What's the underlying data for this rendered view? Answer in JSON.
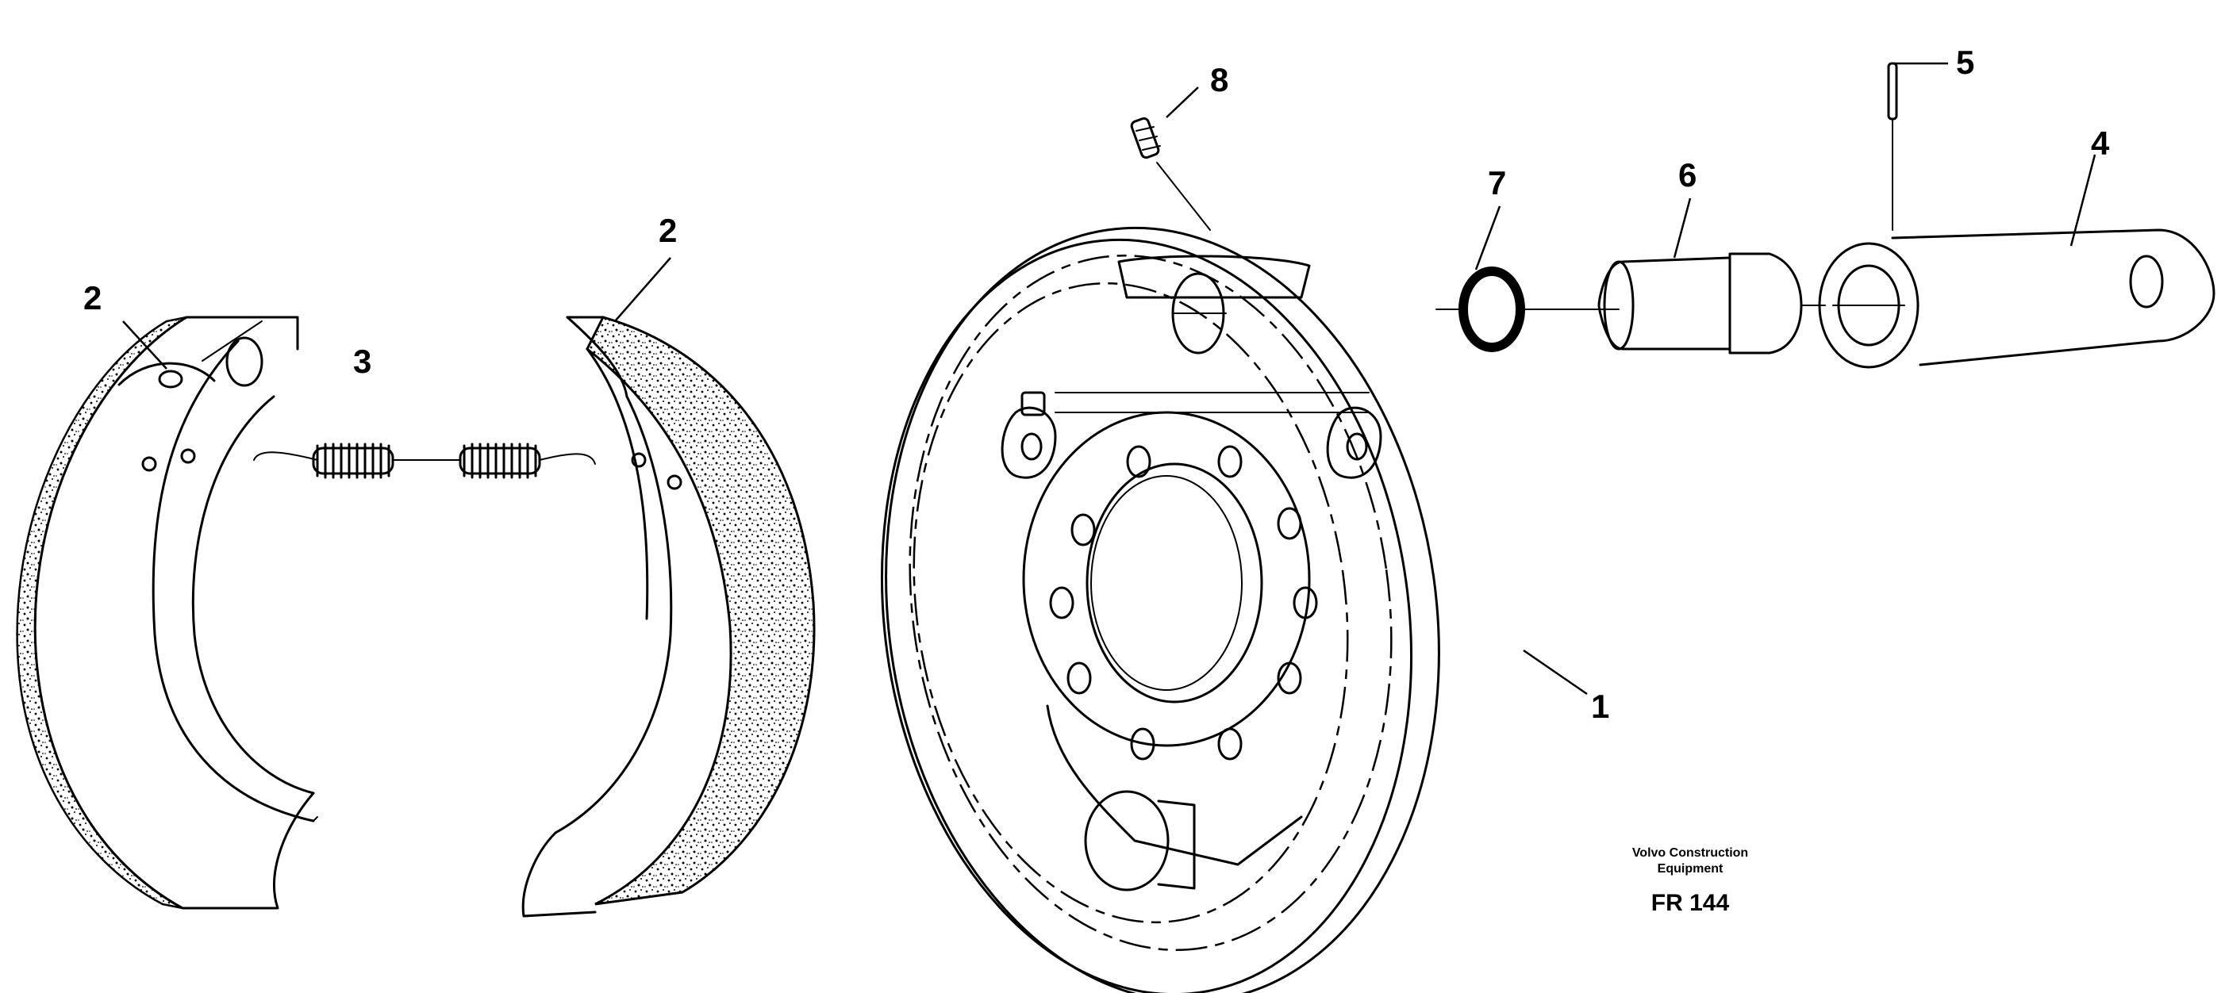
{
  "callouts": [
    {
      "id": "c1",
      "text": "1"
    },
    {
      "id": "c2a",
      "text": "2"
    },
    {
      "id": "c2b",
      "text": "2"
    },
    {
      "id": "c3",
      "text": "3"
    },
    {
      "id": "c4",
      "text": "4"
    },
    {
      "id": "c5",
      "text": "5"
    },
    {
      "id": "c6",
      "text": "6"
    },
    {
      "id": "c7",
      "text": "7"
    },
    {
      "id": "c8",
      "text": "8"
    }
  ],
  "caption": {
    "brand_line1": "Volvo Construction",
    "brand_line2": "Equipment",
    "code": "FR 144"
  }
}
